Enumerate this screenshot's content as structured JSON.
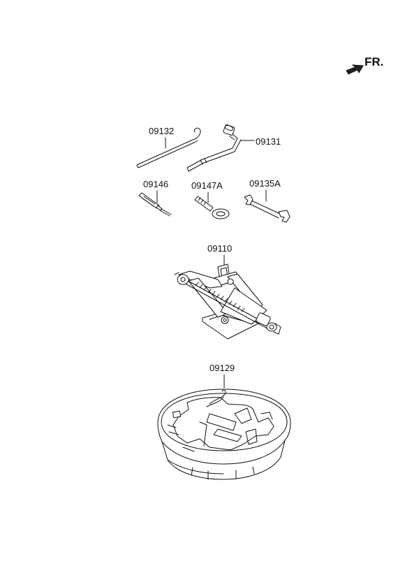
{
  "direction_label": "FR.",
  "parts": [
    {
      "number": "09132"
    },
    {
      "number": "09131"
    },
    {
      "number": "09146"
    },
    {
      "number": "09147A"
    },
    {
      "number": "09135A"
    },
    {
      "number": "09110"
    },
    {
      "number": "09129"
    }
  ]
}
